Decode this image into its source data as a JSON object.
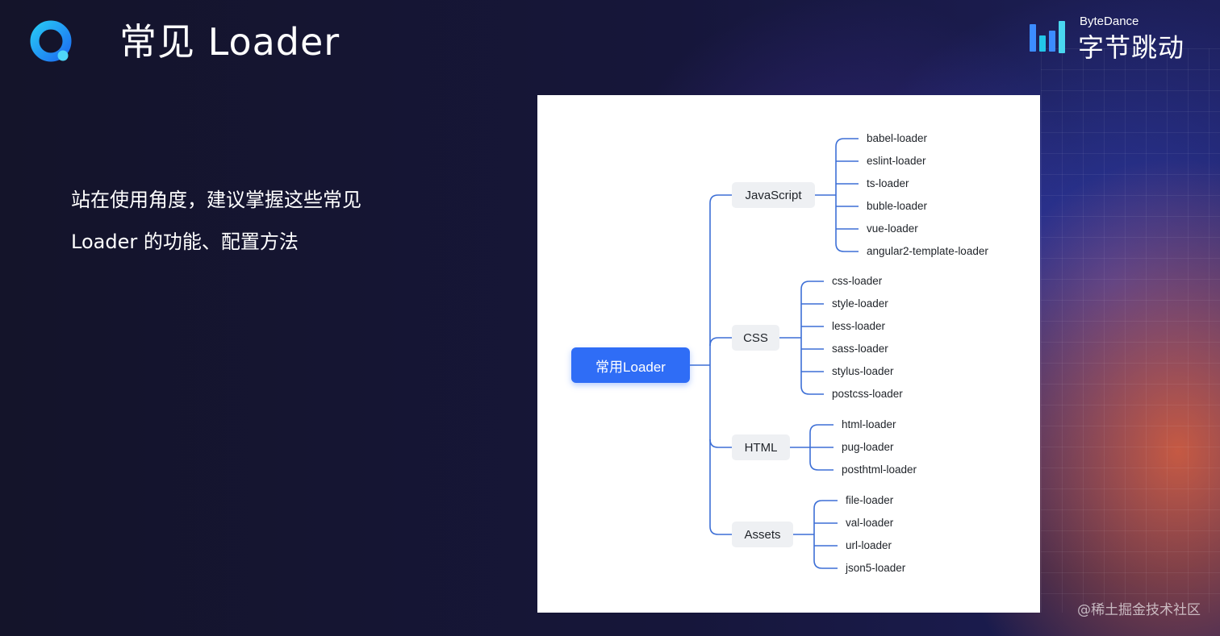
{
  "slide": {
    "title": "常见 Loader",
    "description_lines": [
      "站在使用角度，建议掌握这些常见",
      "Loader 的功能、配置方法"
    ],
    "brand_en": "ByteDance",
    "brand_cn": "字节跳动",
    "watermark": "@稀土掘金技术社区"
  },
  "diagram": {
    "root": "常用Loader",
    "categories": [
      {
        "label": "JavaScript",
        "items": [
          "babel-loader",
          "eslint-loader",
          "ts-loader",
          "buble-loader",
          "vue-loader",
          "angular2-template-loader"
        ]
      },
      {
        "label": "CSS",
        "items": [
          "css-loader",
          "style-loader",
          "less-loader",
          "sass-loader",
          "stylus-loader",
          "postcss-loader"
        ]
      },
      {
        "label": "HTML",
        "items": [
          "html-loader",
          "pug-loader",
          "posthtml-loader"
        ]
      },
      {
        "label": "Assets",
        "items": [
          "file-loader",
          "val-loader",
          "url-loader",
          "json5-loader"
        ]
      }
    ]
  },
  "colors": {
    "accent": "#2f6df6",
    "connector": "#3d6fd6",
    "background": "#151530"
  }
}
